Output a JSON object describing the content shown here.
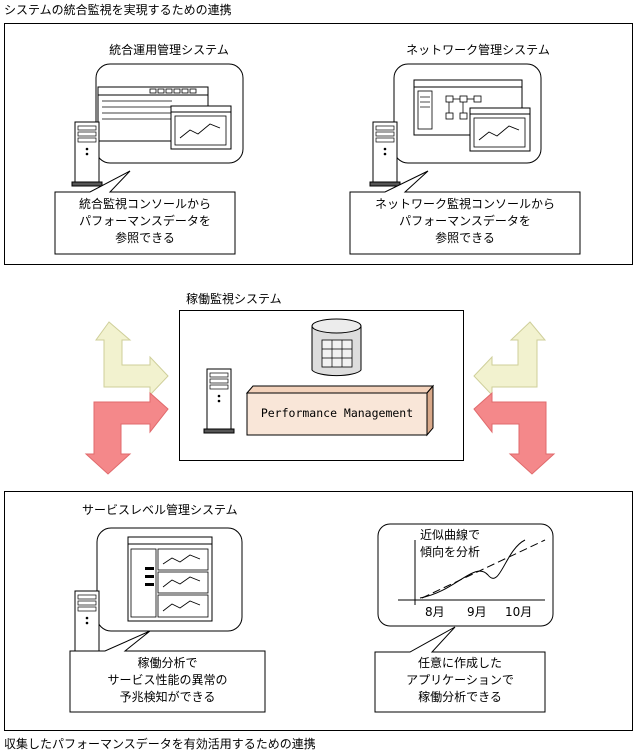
{
  "top_caption": "システムの統合監視を実現するための連携",
  "bottom_caption": "収集したパフォーマンスデータを有効活用するための連携",
  "integrated_system": {
    "title": "統合運用管理システム",
    "callout": "統合監視コンソールから\nパフォーマンスデータを\n参照できる"
  },
  "network_system": {
    "title": "ネットワーク管理システム",
    "callout": "ネットワーク監視コンソールから\nパフォーマンスデータを\n参照できる"
  },
  "operation_system": {
    "title": "稼働監視システム",
    "product": "Performance Management"
  },
  "service_level_system": {
    "title": "サービスレベル管理システム",
    "callout_left": "稼働分析で\nサービス性能の異常の\n予兆検知ができる",
    "callout_right": "任意に作成した\nアプリケーションで\n稼働分析できる",
    "chart_annotation": "近似曲線で\n傾向を分析",
    "chart_months": [
      "8月",
      "9月",
      "10月"
    ]
  },
  "colors": {
    "arrow_yellow": "#f2f2cf",
    "arrow_yellow_edge": "#cfcf9a",
    "arrow_red": "#f4888a",
    "arrow_red_edge": "#e06a6c",
    "product_box": "#f9e6d8"
  }
}
